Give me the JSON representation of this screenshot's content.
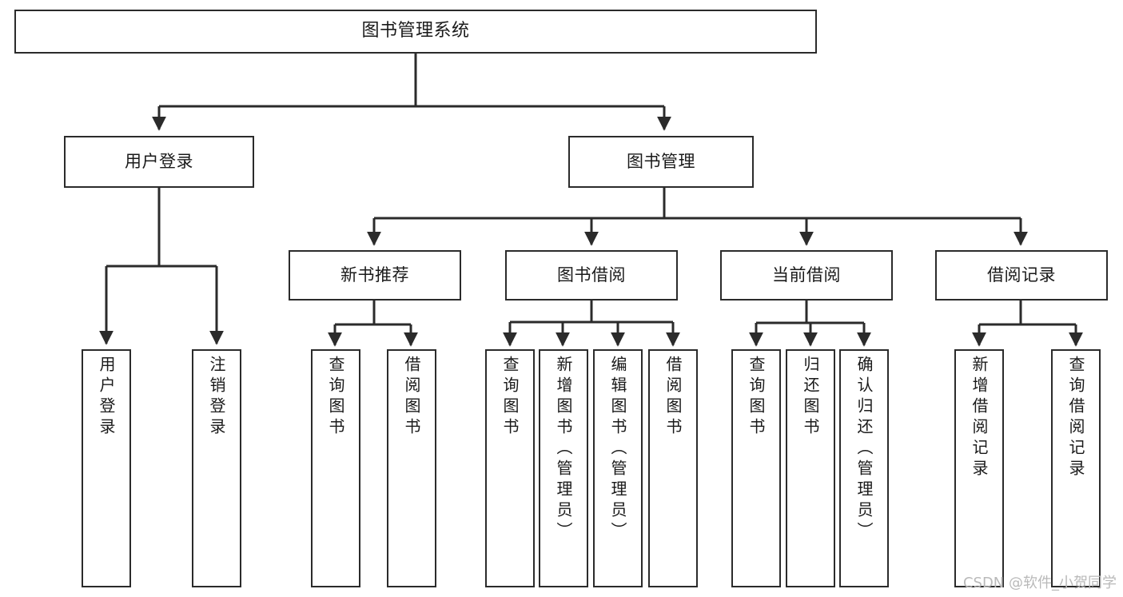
{
  "diagram": {
    "title": "图书管理系统",
    "type": "tree-hierarchy-chart",
    "watermark": "CSDN @软件_小贺同学",
    "colors": {
      "box_border": "#2b2b2b",
      "box_fill": "#ffffff",
      "edge": "#2b2b2b",
      "text": "#1a1a1a",
      "watermark": "#b9b9b9",
      "background": "#ffffff"
    },
    "root": {
      "label": "图书管理系统"
    },
    "level1": [
      {
        "label": "用户登录"
      },
      {
        "label": "图书管理"
      }
    ],
    "level2": [
      {
        "label": "新书推荐"
      },
      {
        "label": "图书借阅"
      },
      {
        "label": "当前借阅"
      },
      {
        "label": "借阅记录"
      }
    ],
    "leaves": {
      "user_login": [
        {
          "label": "用户登录"
        },
        {
          "label": "注销登录"
        }
      ],
      "new_book_recommend": [
        {
          "label": "查询图书"
        },
        {
          "label": "借阅图书"
        }
      ],
      "book_borrow": [
        {
          "label": "查询图书"
        },
        {
          "label": "新增图书（管理员）"
        },
        {
          "label": "编辑图书（管理员）"
        },
        {
          "label": "借阅图书"
        }
      ],
      "current_borrow": [
        {
          "label": "查询图书"
        },
        {
          "label": "归还图书"
        },
        {
          "label": "确认归还（管理员）"
        }
      ],
      "borrow_record": [
        {
          "label": "新增借阅记录"
        },
        {
          "label": "查询借阅记录"
        }
      ]
    }
  }
}
